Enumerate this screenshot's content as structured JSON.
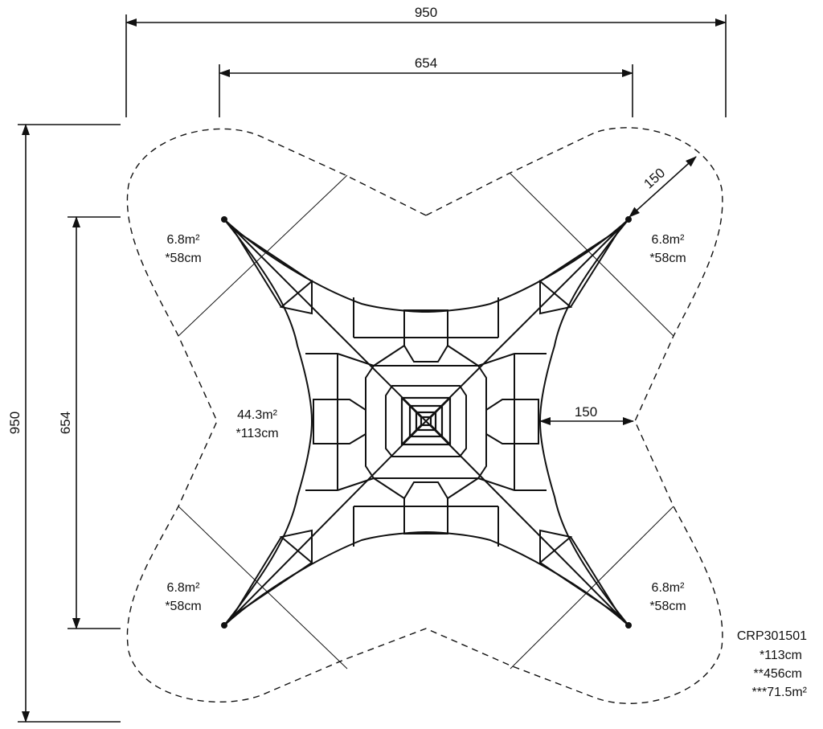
{
  "dimensions": {
    "top_outer": "950",
    "top_inner": "654",
    "left_outer": "950",
    "left_inner": "654",
    "diag_offset": "150",
    "right_offset": "150"
  },
  "zones": {
    "top_left": {
      "area": "6.8m²",
      "height": "*58cm"
    },
    "top_right": {
      "area": "6.8m²",
      "height": "*58cm"
    },
    "bottom_left": {
      "area": "6.8m²",
      "height": "*58cm"
    },
    "bottom_right": {
      "area": "6.8m²",
      "height": "*58cm"
    },
    "center": {
      "area": "44.3m²",
      "height": "*113cm"
    }
  },
  "product": {
    "code": "CRP301501",
    "fall_height": "*113cm",
    "free_height": "**456cm",
    "safety_area": "***71.5m²"
  },
  "colors": {
    "line": "#111111",
    "background": "#ffffff"
  }
}
